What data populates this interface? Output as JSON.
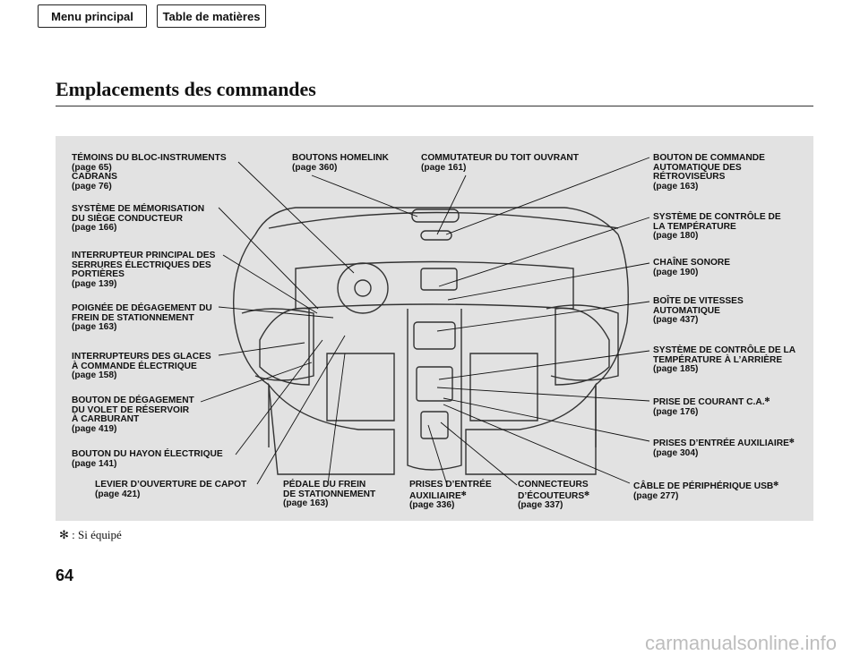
{
  "nav": {
    "menu_label": "Menu principal",
    "toc_label": "Table de matières"
  },
  "title": "Emplacements des commandes",
  "callouts": {
    "temoins": {
      "lines": [
        "TÉMOINS DU BLOC-INSTRUMENTS",
        "(page 65)",
        "CADRANS",
        "(page 76)"
      ]
    },
    "memorisation": {
      "lines": [
        "SYSTÈME DE MÉMORISATION",
        "DU SIÈGE CONDUCTEUR",
        "(page 166)"
      ]
    },
    "serrures": {
      "lines": [
        "INTERRUPTEUR PRINCIPAL DES",
        "SERRURES ÉLECTRIQUES DES",
        "PORTIÈRES",
        "(page 139)"
      ]
    },
    "poignee": {
      "lines": [
        "POIGNÉE DE DÉGAGEMENT DU",
        "FREIN DE STATIONNEMENT",
        "(page 163)"
      ]
    },
    "glaces": {
      "lines": [
        "INTERRUPTEURS DES GLACES",
        "À COMMANDE ÉLECTRIQUE",
        "(page 158)"
      ]
    },
    "volet": {
      "lines": [
        "BOUTON DE DÉGAGEMENT",
        "DU VOLET DE RÉSERVOIR",
        "À CARBURANT",
        "(page 419)"
      ]
    },
    "hayon": {
      "lines": [
        "BOUTON DU HAYON ÉLECTRIQUE",
        "(page 141)"
      ]
    },
    "capot": {
      "lines": [
        "LEVIER D’OUVERTURE DE CAPOT",
        "(page 421)"
      ]
    },
    "pedale": {
      "lines": [
        "PÉDALE DU FREIN",
        "DE STATIONNEMENT",
        "(page 163)"
      ]
    },
    "prises336": {
      "lines": [
        "PRISES D’ENTRÉE",
        "AUXILIAIRE",
        "(page 336)"
      ]
    },
    "connecteurs": {
      "lines": [
        "CONNECTEURS",
        "D’ÉCOUTEURS",
        "(page 337)"
      ]
    },
    "homelink": {
      "lines": [
        "BOUTONS HOMELINK",
        "(page 360)"
      ]
    },
    "toit": {
      "lines": [
        "COMMUTATEUR DU TOIT OUVRANT",
        "(page 161)"
      ]
    },
    "retroviseurs": {
      "lines": [
        "BOUTON DE COMMANDE",
        "AUTOMATIQUE DES",
        "RÉTROVISEURS",
        "(page 163)"
      ]
    },
    "temperature": {
      "lines": [
        "SYSTÈME DE CONTRÔLE DE",
        "LA TEMPÉRATURE",
        "(page 180)"
      ]
    },
    "chaine": {
      "lines": [
        "CHAÎNE SONORE",
        "(page 190)"
      ]
    },
    "boite": {
      "lines": [
        "BOÎTE DE VITESSES",
        "AUTOMATIQUE",
        "(page 437)"
      ]
    },
    "arriere": {
      "lines": [
        "SYSTÈME DE CONTRÔLE DE LA",
        "TEMPÉRATURE À L’ARRIÈRE",
        "(page 185)"
      ]
    },
    "prise_ca": {
      "lines": [
        "PRISE DE COURANT C.A.",
        "(page 176)"
      ]
    },
    "prises304": {
      "lines": [
        "PRISES D’ENTRÉE AUXILIAIRE",
        "(page 304)"
      ]
    },
    "usb": {
      "lines": [
        "CÂBLE DE PÉRIPHÉRIQUE USB",
        "(page 277)"
      ]
    }
  },
  "equipped_mark": "✻",
  "footnote": ": Si équipé",
  "page_number": "64",
  "watermark": "carmanualsonline.info"
}
